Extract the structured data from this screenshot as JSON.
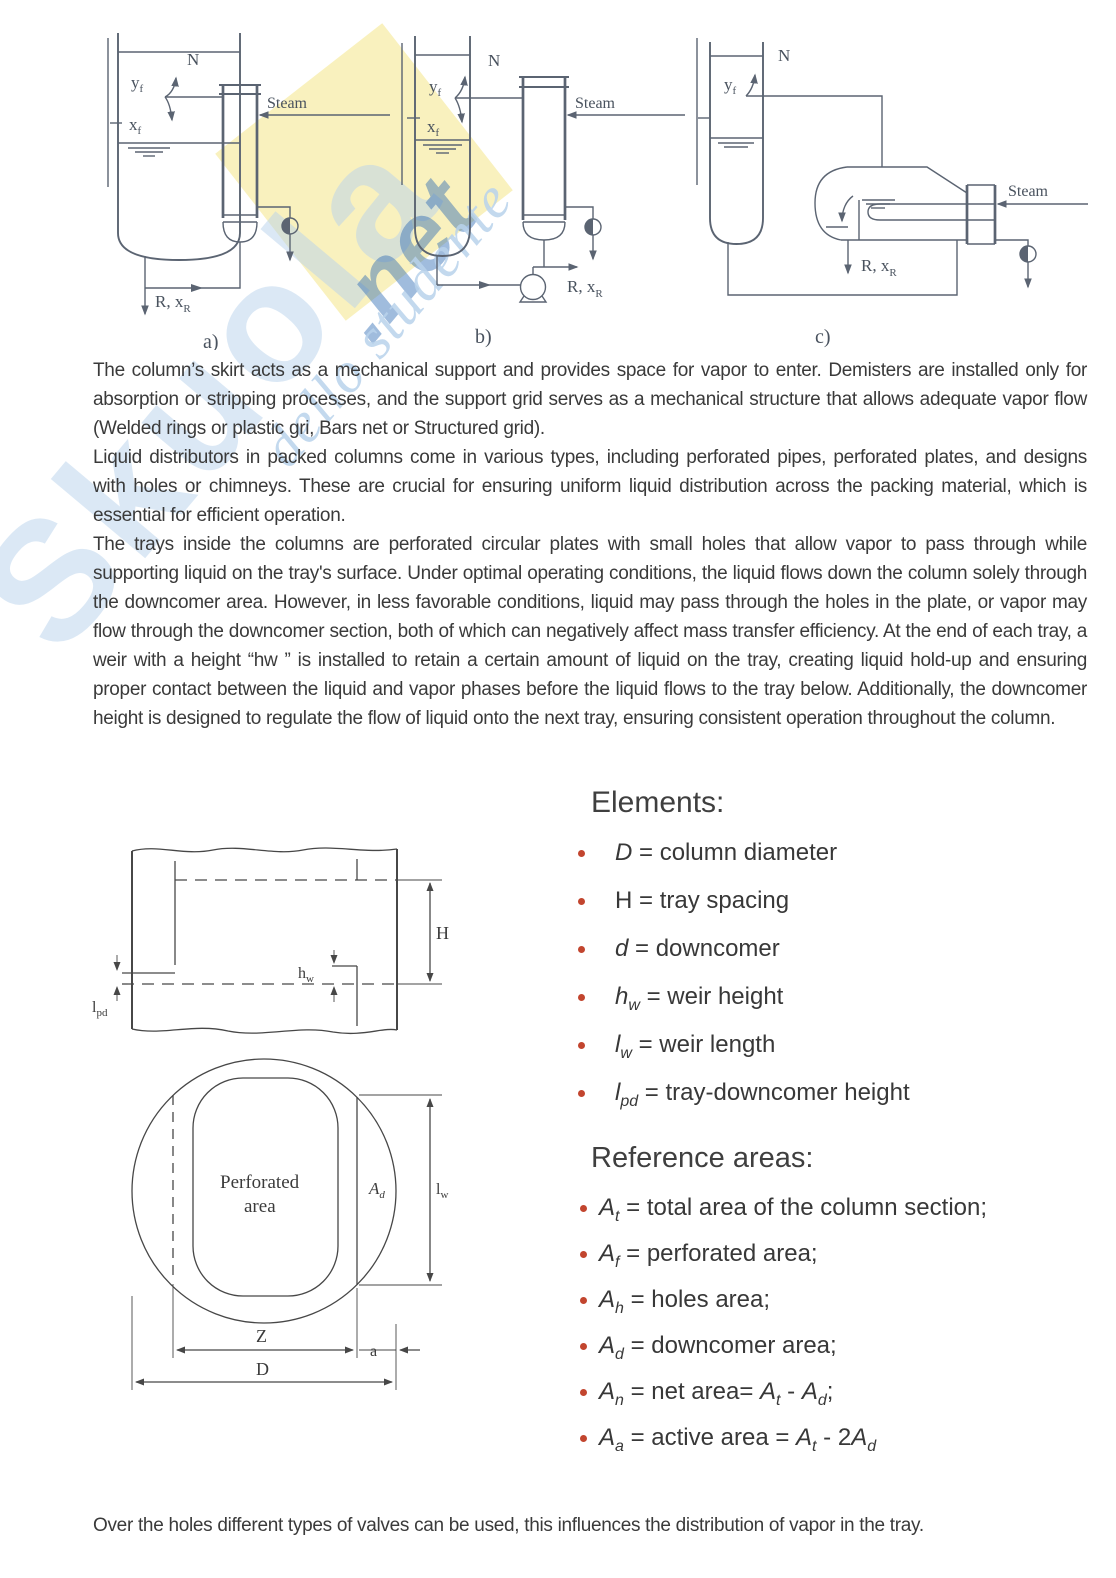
{
  "watermark": {
    "brand": "Skuola",
    "tld": ".net",
    "tagline": "dello studente"
  },
  "figures": {
    "captions": [
      "a)",
      "b)",
      "c)"
    ],
    "labels": {
      "N": "N",
      "steam": "Steam",
      "y_base": "y",
      "x_base": "x",
      "f_sub": "f",
      "r_prefix": "R, x",
      "r_sub": "R"
    }
  },
  "tray_figure": {
    "labels": {
      "H": "H",
      "h_base": "h",
      "w_sub": "w",
      "l_base": "l",
      "pd_sub": "pd",
      "A_base": "A",
      "d_sub": "d",
      "perf_line1": "Perforated",
      "perf_line2": "area",
      "Z": "Z",
      "a": "a",
      "D": "D"
    }
  },
  "paragraphs": [
    "The column’s skirt acts as a mechanical support and provides space for vapor to enter. Demisters are installed only for absorption or stripping processes, and the support grid serves as a mechanical structure that allows adequate vapor flow (Welded rings or plastic gri, Bars net or Structured grid).",
    "Liquid distributors in packed columns come in various types, including perforated pipes, perforated plates, and designs with holes or chimneys. These are crucial for ensuring uniform liquid distribution across the packing material, which is essential for efficient operation.",
    "The trays inside the columns are perforated circular plates with small holes that allow vapor to pass through while supporting liquid on the tray's surface. Under optimal operating conditions, the liquid flows down the column solely through the downcomer area. However, in less favorable conditions, liquid may pass through the holes in the plate, or vapor may flow through the downcomer section, both of which can negatively affect mass transfer efficiency. At the end of each tray, a weir with a height “hw ” is installed to retain a certain amount of liquid on the tray, creating liquid hold-up and ensuring proper contact between the liquid and vapor phases before the liquid flows to the tray below. Additionally, the downcomer height is designed to regulate the flow of liquid onto the next tray, ensuring consistent operation throughout the column."
  ],
  "elements": {
    "title": "Elements:",
    "items": [
      {
        "segs": [
          [
            "D",
            "i"
          ],
          [
            " = column diameter",
            ""
          ]
        ]
      },
      {
        "segs": [
          [
            "H",
            ""
          ],
          [
            " = tray spacing",
            ""
          ]
        ]
      },
      {
        "segs": [
          [
            "d",
            "i"
          ],
          [
            " = downcomer",
            ""
          ]
        ]
      },
      {
        "segs": [
          [
            "h",
            "i"
          ],
          [
            "w",
            "ib"
          ],
          [
            " = weir height",
            ""
          ]
        ]
      },
      {
        "segs": [
          [
            "l",
            "i"
          ],
          [
            "w",
            "ib"
          ],
          [
            " = weir length",
            ""
          ]
        ]
      },
      {
        "segs": [
          [
            "l",
            "i"
          ],
          [
            "pd",
            "ib"
          ],
          [
            " = tray-downcomer height",
            ""
          ]
        ]
      }
    ]
  },
  "reference": {
    "title": "Reference areas:",
    "items": [
      {
        "segs": [
          [
            "A",
            "i"
          ],
          [
            "t",
            "ib"
          ],
          [
            " = total area of the column section;",
            ""
          ]
        ]
      },
      {
        "segs": [
          [
            "A",
            "i"
          ],
          [
            "f",
            "ib"
          ],
          [
            " = perforated area;",
            ""
          ]
        ]
      },
      {
        "segs": [
          [
            "A",
            "i"
          ],
          [
            "h",
            "ib"
          ],
          [
            " = holes area;",
            ""
          ]
        ]
      },
      {
        "segs": [
          [
            "A",
            "i"
          ],
          [
            "d",
            "ib"
          ],
          [
            " = downcomer area;",
            ""
          ]
        ]
      },
      {
        "segs": [
          [
            "A",
            "i"
          ],
          [
            "n",
            "ib"
          ],
          [
            " = net area= ",
            ""
          ],
          [
            "A",
            "i"
          ],
          [
            "t",
            "ib"
          ],
          [
            " - ",
            ""
          ],
          [
            "A",
            "i"
          ],
          [
            "d",
            "ib"
          ],
          [
            ";",
            ""
          ]
        ]
      },
      {
        "segs": [
          [
            "A",
            "i"
          ],
          [
            "a",
            "ib"
          ],
          [
            " = active area = ",
            ""
          ],
          [
            "A",
            "i"
          ],
          [
            "t",
            "ib"
          ],
          [
            " - 2",
            ""
          ],
          [
            "A",
            "i"
          ],
          [
            "d",
            "ib"
          ]
        ]
      }
    ]
  },
  "closing": "Over the holes different types of valves can be used, this influences the distribution of vapor in the tray.",
  "colors": {
    "ink": "#3a3a3a",
    "bullet": "#c2452e",
    "fig_line": "#5b6472",
    "tray_line": "#474747",
    "wm_blue": "#b9d3ec",
    "wm_blue_dark": "#2f6cb4",
    "wm_yellow": "#f7edae"
  }
}
